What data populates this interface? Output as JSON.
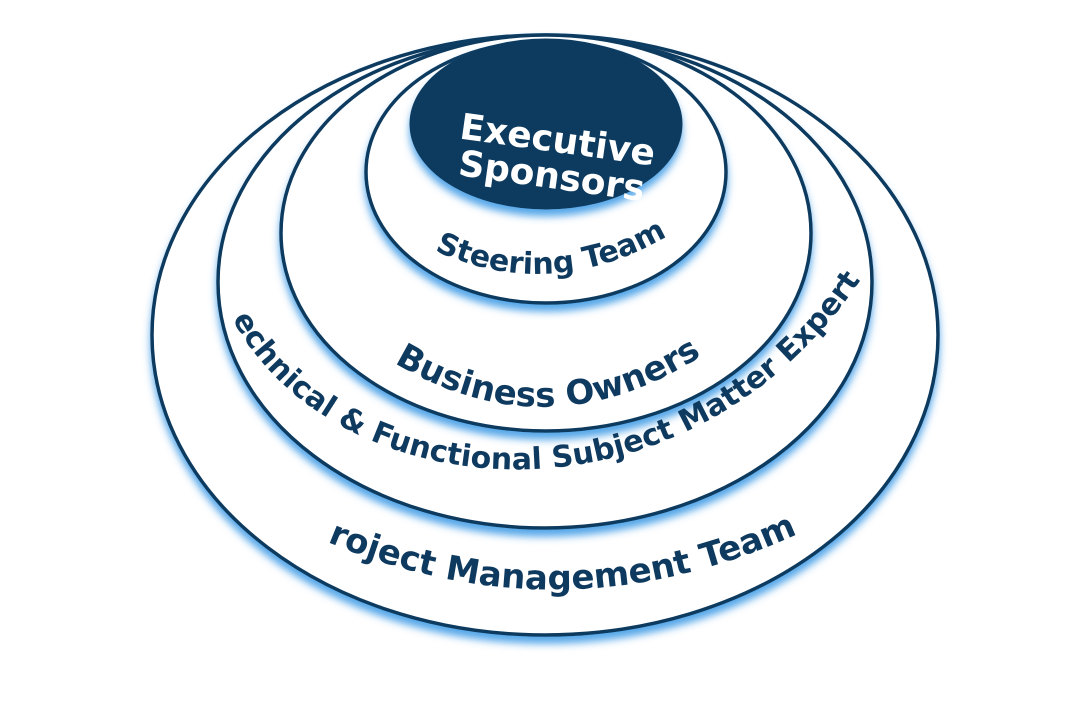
{
  "diagram": {
    "colors": {
      "navy": "#0f3a5f",
      "glow": "#4da3e8",
      "background": "#ffffff",
      "core_text": "#ffffff"
    },
    "core": {
      "line1": "Executive",
      "line2": "Sponsors"
    },
    "rings": {
      "steering": "Steering Team",
      "business": "Business Owners",
      "technical": "Technical & Functional Subject Matter Experts",
      "project": "Project Management Team"
    }
  }
}
